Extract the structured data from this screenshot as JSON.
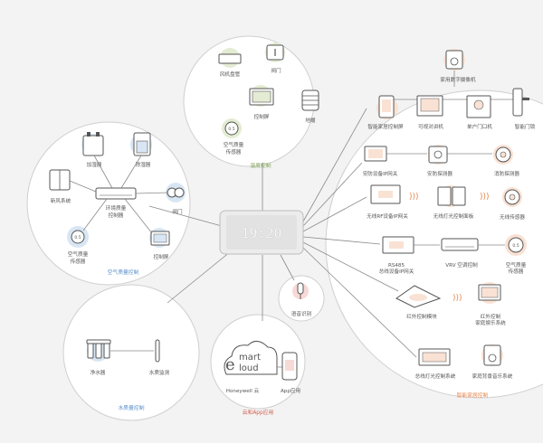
{
  "hub": {
    "clock": "19:20"
  },
  "hvac": {
    "caption": "温度控制",
    "fan_coil": "风机盘管",
    "valve": "阀门",
    "control_screen": "控制屏",
    "floor_heating": "地暖",
    "aq_sensor": "空气质量\n传感器"
  },
  "air": {
    "caption": "空气质量控制",
    "humidifier": "加湿器",
    "dehumidifier": "除湿器",
    "fresh_air": "新风系统",
    "controller": "环境质量\n控制器",
    "valve": "阀门",
    "aq_sensor": "空气质量\n传感器",
    "control_screen": "控制屏"
  },
  "water": {
    "caption": "水质量控制",
    "purifier": "净水器",
    "monitor": "水质监测"
  },
  "cloud": {
    "caption": "云和App应用",
    "logo_line1": "mart",
    "logo_line2": "loud",
    "logo_e": "e",
    "honeywell": "Honeywell 云",
    "app": "App应用"
  },
  "voice": {
    "label": "语音识别"
  },
  "smart_home": {
    "caption": "智能家居控制",
    "camera": "家用数字摄像机",
    "panel": "智能家居控制屏",
    "video_intercom": "可视对讲机",
    "door_station": "单户门口机",
    "smart_lock": "智能门锁",
    "security_gateway": "安防设备IP网关",
    "security_detector": "安防探测器",
    "fire_detector": "消防探测器",
    "rf_gateway": "无线RF设备IP网关",
    "wireless_light": "无线灯光控制面板",
    "wireless_sensor": "无线传感器",
    "rs485": "RS485\n总线设备IP网关",
    "vrv": "VRV 空调控制",
    "aq_sensor": "空气质量\n传感器",
    "ir_module": "红外控制模块",
    "ir_av": "红外控制\n家庭娱乐系统",
    "bus_light": "总线灯光控制系统",
    "music": "家庭背景音乐系统"
  },
  "colors": {
    "green": "#7da24f",
    "blue": "#5a8fc8",
    "orange": "#e8864e",
    "red": "#d25a4a"
  }
}
